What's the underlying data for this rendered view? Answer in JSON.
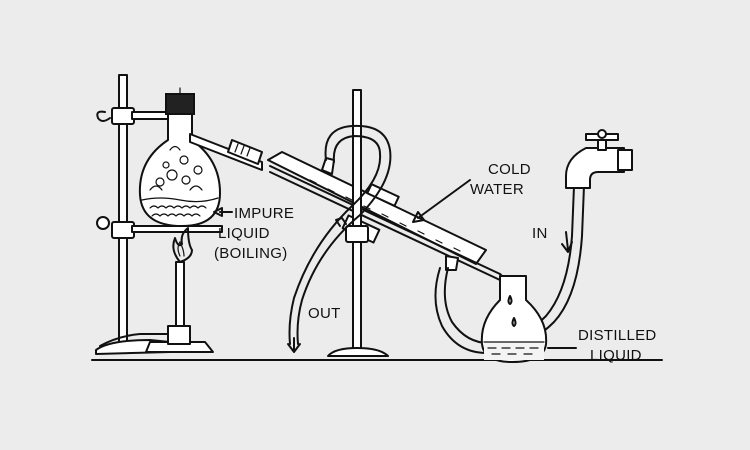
{
  "labels": {
    "impure_line1": "IMPURE",
    "impure_line2": "LIQUID",
    "impure_line3": "(BOILING)",
    "cold_line1": "COLD",
    "cold_line2": "WATER",
    "in": "IN",
    "out": "OUT",
    "distilled_line1": "DISTILLED",
    "distilled_line2": "LIQUID"
  },
  "colors": {
    "background": "#ececec",
    "ink": "#111111",
    "glass": "#ffffff"
  }
}
